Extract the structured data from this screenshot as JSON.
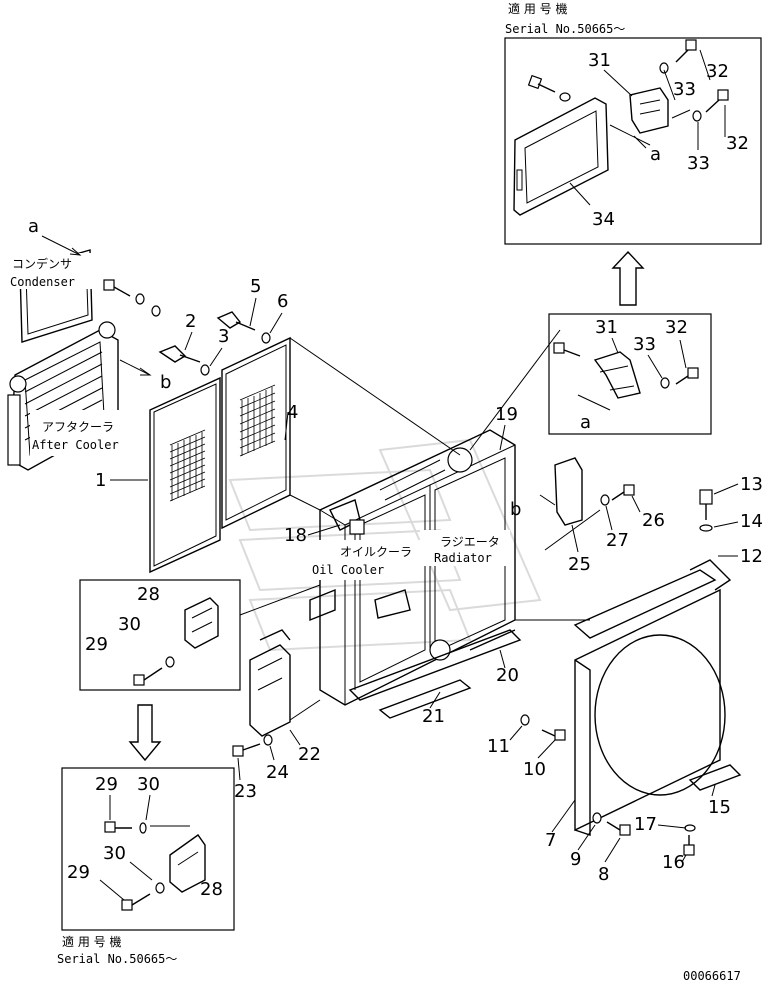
{
  "top_note": {
    "line1": "適 用 号 機",
    "line2": "Serial No.50665～"
  },
  "bottom_note": {
    "line1": "適 用 号 機",
    "line2": "Serial No.50665～"
  },
  "doc_number": "00066617",
  "components": {
    "condenser_jp": "コンデンサ",
    "condenser_en": "Condenser",
    "aftercooler_jp": "アフタクーラ",
    "aftercooler_en": "After Cooler",
    "oilcooler_jp": "オイルクーラ",
    "oilcooler_en": "Oil Cooler",
    "radiator_jp": "ラジエータ",
    "radiator_en": "Radiator"
  },
  "view_marks": {
    "a": "a",
    "b": "b"
  },
  "part_labels": [
    "1",
    "2",
    "3",
    "4",
    "5",
    "6",
    "7",
    "8",
    "9",
    "10",
    "11",
    "12",
    "13",
    "14",
    "15",
    "16",
    "17",
    "18",
    "19",
    "20",
    "21",
    "22",
    "23",
    "24",
    "25",
    "26",
    "27",
    "28",
    "29",
    "30",
    "31",
    "32",
    "33",
    "34"
  ]
}
